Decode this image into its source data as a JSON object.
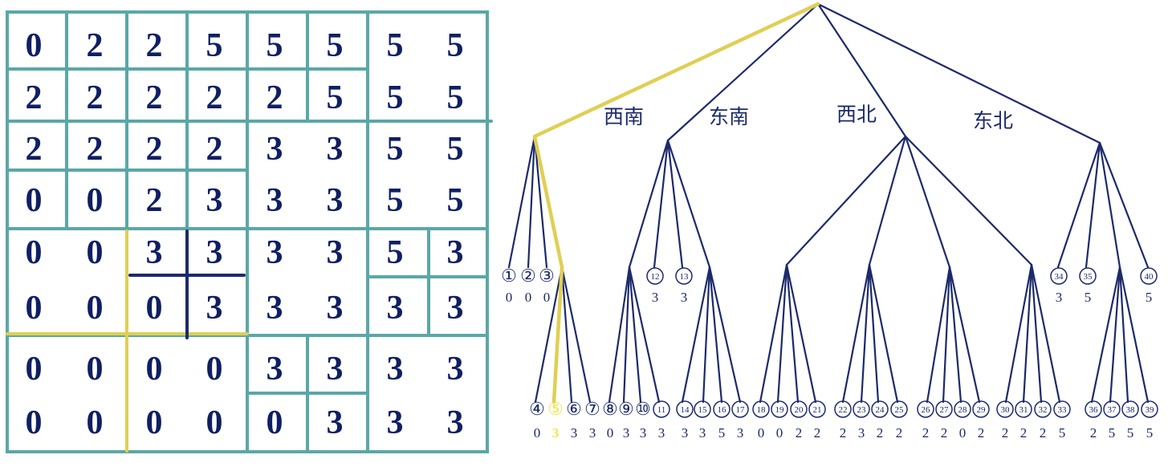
{
  "grid": [
    [
      "0",
      "2",
      "2",
      "5",
      "5",
      "5",
      "5",
      "5"
    ],
    [
      "2",
      "2",
      "2",
      "2",
      "2",
      "5",
      "5",
      "5"
    ],
    [
      "2",
      "2",
      "2",
      "2",
      "3",
      "3",
      "5",
      "5"
    ],
    [
      "0",
      "0",
      "2",
      "3",
      "3",
      "3",
      "5",
      "5"
    ],
    [
      "0",
      "0",
      "3",
      "3",
      "3",
      "3",
      "5",
      "3"
    ],
    [
      "0",
      "0",
      "0",
      "3",
      "3",
      "3",
      "3",
      "3"
    ],
    [
      "0",
      "0",
      "0",
      "0",
      "3",
      "3",
      "3",
      "3"
    ],
    [
      "0",
      "0",
      "0",
      "0",
      "0",
      "3",
      "3",
      "3"
    ]
  ],
  "directions": [
    "西南",
    "东南",
    "西北",
    "东北"
  ],
  "row1_leaves": [
    {
      "num": "①",
      "value": "0"
    },
    {
      "num": "②",
      "value": "0"
    },
    {
      "num": "③",
      "value": "0"
    },
    {
      "num": "12",
      "value": "3"
    },
    {
      "num": "13",
      "value": "3"
    },
    {
      "num": "34",
      "value": "3"
    },
    {
      "num": "35",
      "value": "5"
    },
    {
      "num": "40",
      "value": "5"
    }
  ],
  "row2_leaves": [
    {
      "num": "④",
      "value": "0"
    },
    {
      "num": "⑤",
      "value": "3",
      "highlight": true
    },
    {
      "num": "⑥",
      "value": "3"
    },
    {
      "num": "⑦",
      "value": "3"
    },
    {
      "num": "⑧",
      "value": "0"
    },
    {
      "num": "⑨",
      "value": "3"
    },
    {
      "num": "⑩",
      "value": "3"
    },
    {
      "num": "11",
      "value": "3"
    },
    {
      "num": "14",
      "value": "3"
    },
    {
      "num": "15",
      "value": "3"
    },
    {
      "num": "16",
      "value": "5"
    },
    {
      "num": "17",
      "value": "3"
    },
    {
      "num": "18",
      "value": "0"
    },
    {
      "num": "19",
      "value": "0"
    },
    {
      "num": "20",
      "value": "2"
    },
    {
      "num": "21",
      "value": "2"
    },
    {
      "num": "22",
      "value": "2"
    },
    {
      "num": "23",
      "value": "3"
    },
    {
      "num": "24",
      "value": "2"
    },
    {
      "num": "25",
      "value": "2"
    },
    {
      "num": "26",
      "value": "2"
    },
    {
      "num": "27",
      "value": "2"
    },
    {
      "num": "28",
      "value": "0"
    },
    {
      "num": "29",
      "value": "2"
    },
    {
      "num": "30",
      "value": "2"
    },
    {
      "num": "31",
      "value": "2"
    },
    {
      "num": "32",
      "value": "2"
    },
    {
      "num": "33",
      "value": "5"
    },
    {
      "num": "36",
      "value": "2"
    },
    {
      "num": "37",
      "value": "5"
    },
    {
      "num": "38",
      "value": "5"
    },
    {
      "num": "39",
      "value": "5"
    }
  ],
  "colors": {
    "teal": "#5aa8a6",
    "navy": "#1c2a6b",
    "yellow": "#e0cf53",
    "highlight": "#f2e64a"
  }
}
